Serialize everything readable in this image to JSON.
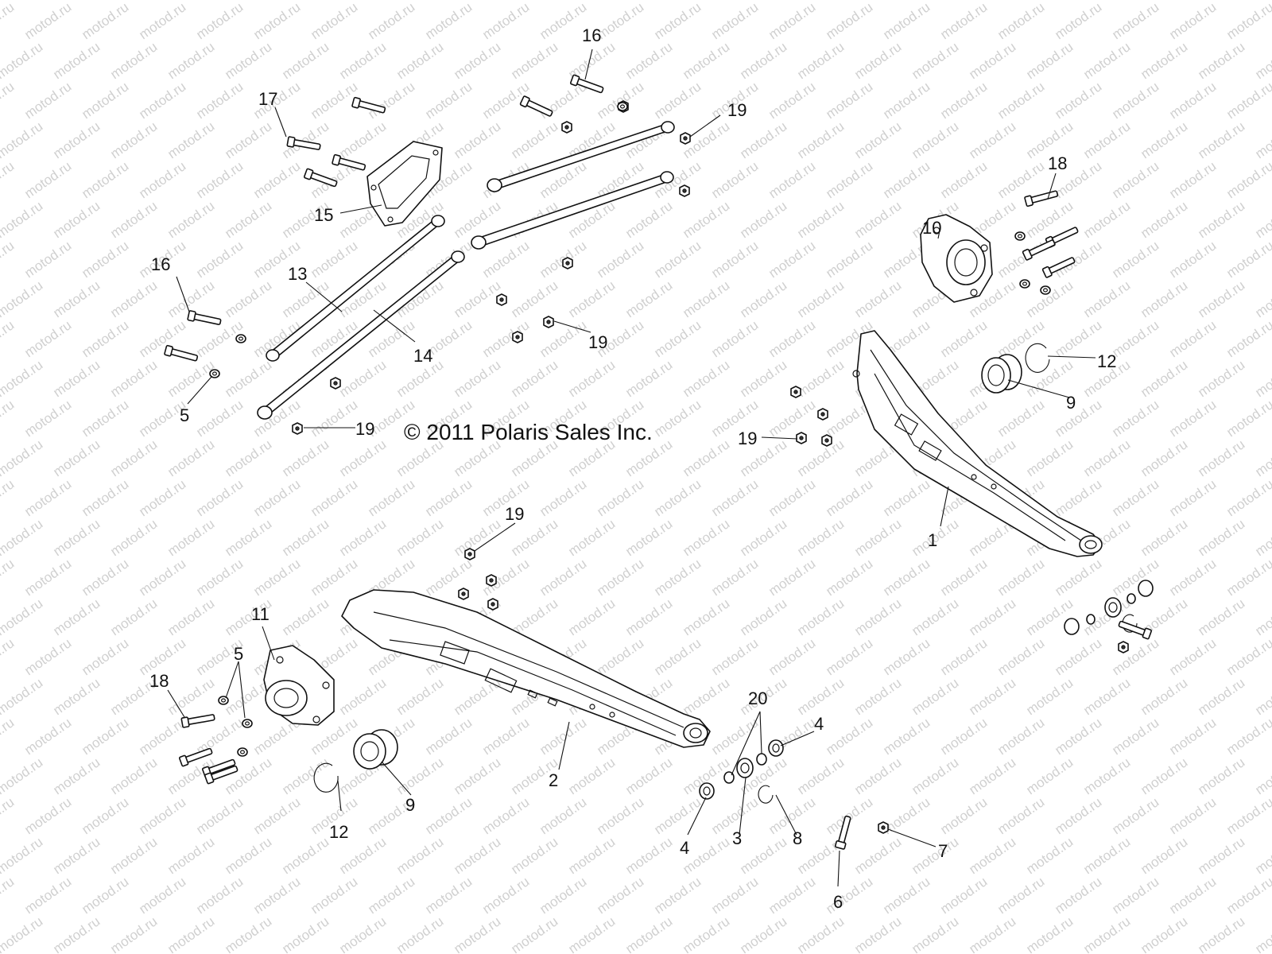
{
  "watermark": "motod.ru",
  "copyright": "© 2011 Polaris Sales Inc.",
  "callouts": {
    "c1": "1",
    "c2": "2",
    "c3": "3",
    "c4a": "4",
    "c4b": "4",
    "c5a": "5",
    "c5b": "5",
    "c6": "6",
    "c7": "7",
    "c8": "8",
    "c9a": "9",
    "c9b": "9",
    "c10": "10",
    "c11": "11",
    "c12a": "12",
    "c12b": "12",
    "c13": "13",
    "c14": "14",
    "c15": "15",
    "c16a": "16",
    "c16b": "16",
    "c17": "17",
    "c18a": "18",
    "c18b": "18",
    "c19a": "19",
    "c19b": "19",
    "c19c": "19",
    "c19d": "19",
    "c19e": "19",
    "c20": "20"
  }
}
